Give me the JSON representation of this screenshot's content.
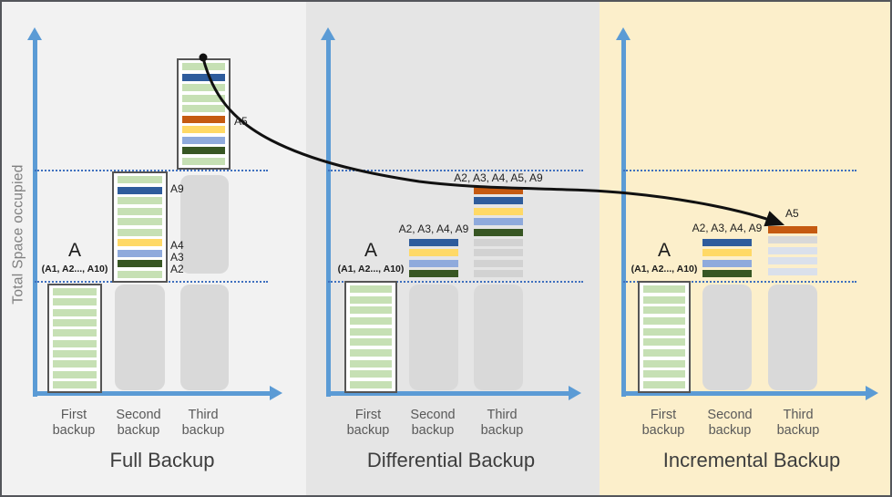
{
  "palette": {
    "green": "#C6E0B4",
    "blue": "#2E5C9C",
    "yellow": "#FFD966",
    "lightblue": "#8FAADC",
    "darkgreen": "#375623",
    "orange": "#C55A11",
    "gray": "#D2D2D2",
    "lightgray": "#D8D8D8",
    "paleblue": "#DAE0EB",
    "gray_block": "#D9D9D9",
    "axis_blue": "#5B9BD5",
    "dotted_blue": "#3E6FBE",
    "panel_full_bg": "#F2F2F2",
    "panel_diff_bg": "#E5E5E5",
    "panel_incr_bg": "#FCEFCB",
    "curve_black": "#111111"
  },
  "ylabel": "Total Space occupied",
  "panels": {
    "full": {
      "title": "Full Backup",
      "col1": "First backup",
      "col2": "Second backup",
      "col3": "Third backup",
      "a_label": "A",
      "a_sub": "(A1, A2..., A10)",
      "bar1_segments": [
        "green",
        "green",
        "green",
        "green",
        "green",
        "green",
        "green",
        "green",
        "green",
        "green"
      ],
      "bar2_segments": [
        "green",
        "blue",
        "green",
        "green",
        "green",
        "green",
        "yellow",
        "lightblue",
        "darkgreen",
        "green"
      ],
      "bar2_labels": {
        "l1": "A9",
        "l2": "A4",
        "l3": "A3",
        "l4": "A2"
      },
      "bar3_segments": [
        "green",
        "blue",
        "green",
        "green",
        "green",
        "orange",
        "yellow",
        "lightblue",
        "darkgreen",
        "green"
      ],
      "bar3_label": "A5"
    },
    "diff": {
      "title": "Differential Backup",
      "col1": "First backup",
      "col2": "Second backup",
      "col3": "Third backup",
      "a_label": "A",
      "a_sub": "(A1, A2..., A10)",
      "bar1_segments": [
        "green",
        "green",
        "green",
        "green",
        "green",
        "green",
        "green",
        "green",
        "green",
        "green"
      ],
      "col2_segments": [
        "blue",
        "yellow",
        "lightblue",
        "darkgreen"
      ],
      "col2_label": "A2, A3, A4, A9",
      "col3_segments": [
        "orange",
        "blue",
        "yellow",
        "lightblue",
        "darkgreen",
        "gray",
        "gray",
        "gray",
        "gray"
      ],
      "col3_label": "A2, A3, A4, A5, A9"
    },
    "incr": {
      "title": "Incremental Backup",
      "col1": "First backup",
      "col2": "Second backup",
      "col3": "Third backup",
      "a_label": "A",
      "a_sub": "(A1, A2..., A10)",
      "bar1_segments": [
        "green",
        "green",
        "green",
        "green",
        "green",
        "green",
        "green",
        "green",
        "green",
        "green"
      ],
      "col2_segments": [
        "blue",
        "yellow",
        "lightblue",
        "darkgreen"
      ],
      "col2_label": "A2, A3, A4, A9",
      "col3_segments": [
        "orange",
        "lightgray",
        "paleblue",
        "paleblue",
        "paleblue"
      ],
      "col3_label": "A5"
    }
  }
}
